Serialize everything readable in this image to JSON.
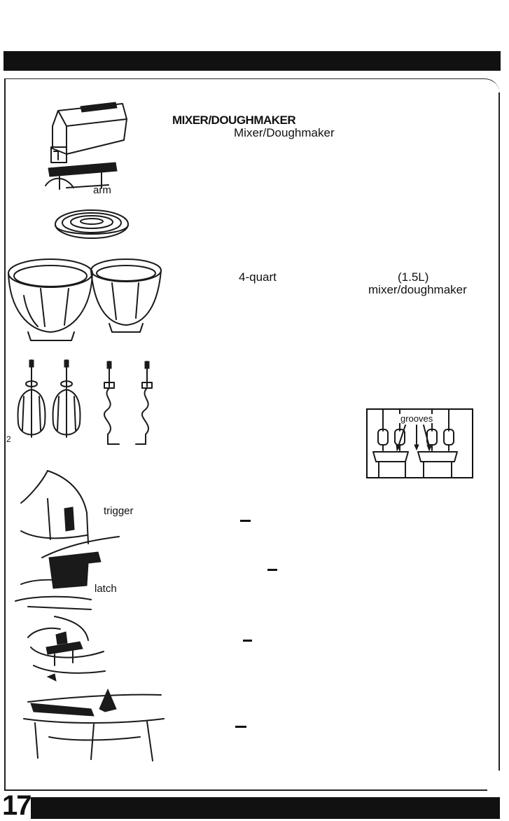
{
  "heading": "MIXER/DOUGHMAKER",
  "subheading": "Mixer/Doughmaker",
  "labels": {
    "arm": "arm",
    "bowl_size": "4-quart",
    "bowl_metric": "(1.5L)",
    "bowl_product": "mixer/doughmaker",
    "grooves": "grooves",
    "trigger": "trigger",
    "latch": "latch",
    "left_margin_char": "2"
  },
  "page_number": "17",
  "colors": {
    "ink": "#111111",
    "paper": "#ffffff"
  },
  "illustrations": [
    "mixer-on-stand-icon",
    "turntable-icon",
    "mixing-bowls-icon",
    "beaters-icon",
    "dough-hooks-icon",
    "grooves-detail-icon",
    "trigger-icon",
    "latch-icon",
    "ejector-icon",
    "slider-icon"
  ]
}
